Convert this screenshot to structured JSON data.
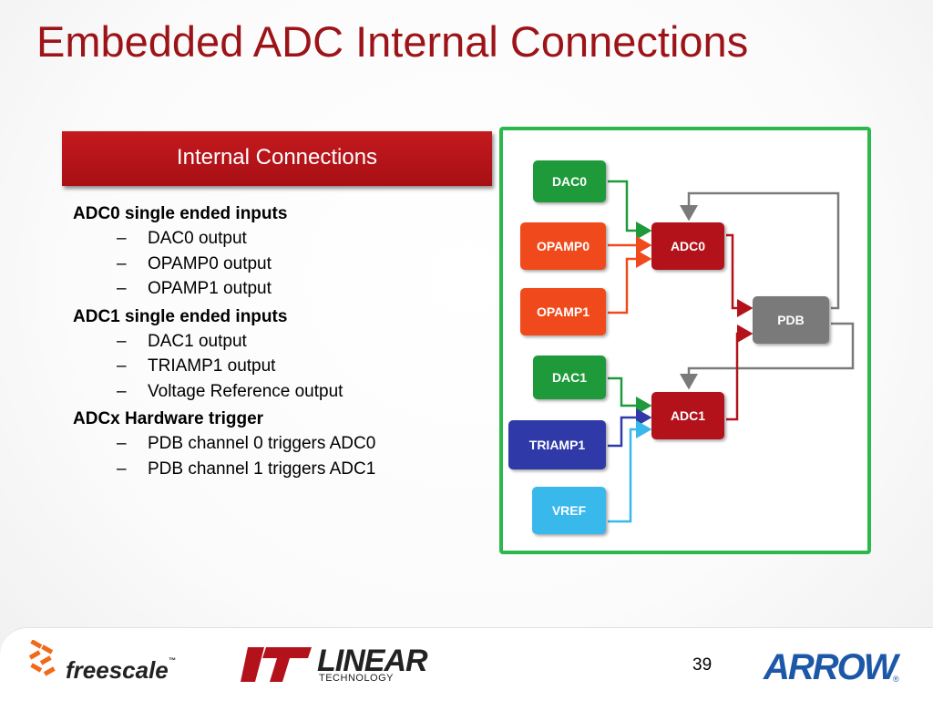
{
  "slide": {
    "title": "Embedded ADC Internal Connections",
    "banner": "Internal Connections",
    "page_number": "39"
  },
  "groups": [
    {
      "title": "ADC0 single ended inputs",
      "items": [
        "DAC0 output",
        "OPAMP0 output",
        "OPAMP1 output"
      ]
    },
    {
      "title": "ADC1 single ended inputs",
      "items": [
        "DAC1 output",
        "TRIAMP1 output",
        "Voltage Reference output"
      ]
    },
    {
      "title": "ADCx Hardware trigger",
      "items": [
        "PDB channel 0 triggers ADC0",
        "PDB channel 1 triggers ADC1"
      ]
    }
  ],
  "dash": "–",
  "diagram": {
    "blocks": {
      "dac0": "DAC0",
      "opamp0": "OPAMP0",
      "opamp1": "OPAMP1",
      "dac1": "DAC1",
      "triamp1": "TRIAMP1",
      "vref": "VREF",
      "adc0": "ADC0",
      "adc1": "ADC1",
      "pdb": "PDB"
    },
    "colors": {
      "dac": "#1f9a3b",
      "opamp": "#f04a1c",
      "adc": "#b3121b",
      "pdb": "#7a7a7a",
      "triamp": "#2f3aa8",
      "vref": "#39b8ec",
      "frame": "#2db84b"
    }
  },
  "footer": {
    "freescale_logo": "freescale",
    "freescale_tm": "™",
    "linear_logo_top": "LINEAR",
    "linear_logo_bottom": "TECHNOLOGY",
    "arrow_logo": "ARROW",
    "arrow_reg": "®"
  }
}
